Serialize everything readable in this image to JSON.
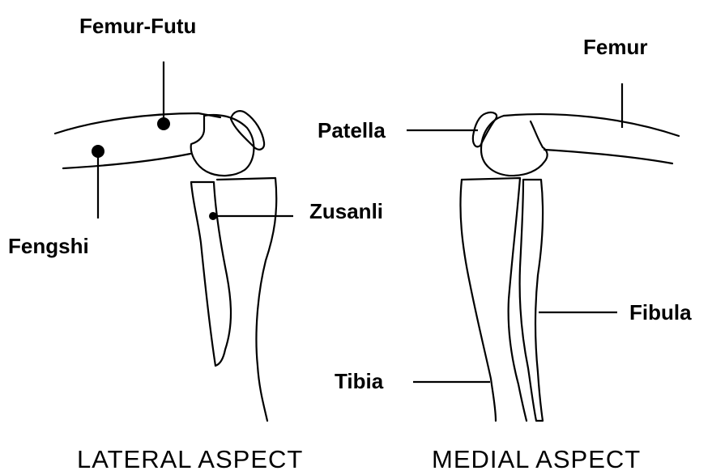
{
  "lateral": {
    "labels": {
      "femur_futu": "Femur-Futu",
      "fengshi": "Fengshi",
      "zusanli": "Zusanli"
    },
    "caption": "LATERAL  ASPECT"
  },
  "medial": {
    "labels": {
      "femur": "Femur",
      "patella": "Patella",
      "fibula": "Fibula",
      "tibia": "Tibia"
    },
    "caption": "MEDIAL ASPECT"
  }
}
